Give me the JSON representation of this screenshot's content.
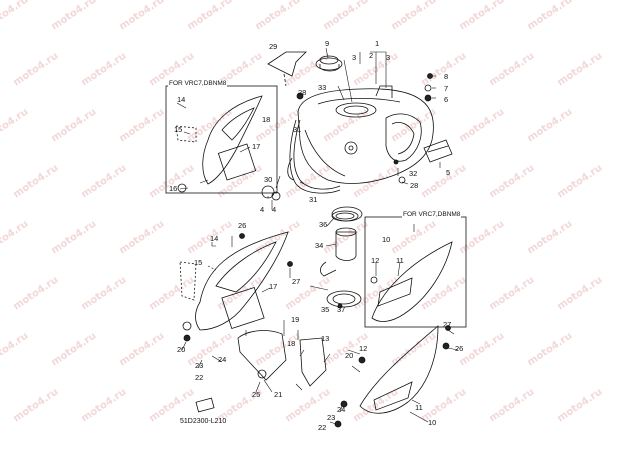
{
  "watermark": "moto4.ru",
  "box_left_title": "FOR VRC7,DBNM8",
  "box_right_title": "FOR VRC7,DBNM8",
  "diagram_code": "51D2300-L210",
  "labels": {
    "n1": "1",
    "n2": "2",
    "n3a": "3",
    "n3b": "3",
    "n4a": "4",
    "n4b": "4",
    "n5": "5",
    "n6": "6",
    "n7": "7",
    "n8": "8",
    "n9": "9",
    "n10a": "10",
    "n10b": "10",
    "n11a": "11",
    "n11b": "11",
    "n12a": "12",
    "n12b": "12",
    "n13": "13",
    "n14a": "14",
    "n14b": "14",
    "n15a": "15",
    "n15b": "15",
    "n16": "16",
    "n17a": "17",
    "n17b": "17",
    "n18": "18",
    "n19": "19",
    "n20a": "20",
    "n20b": "20",
    "n21": "21",
    "n22a": "22",
    "n22b": "22",
    "n23a": "23",
    "n23b": "23",
    "n24a": "24",
    "n24b": "24",
    "n25": "25",
    "n26a": "26",
    "n26b": "26",
    "n27a": "27",
    "n27b": "27",
    "n28a": "28",
    "n28b": "28",
    "n29": "29",
    "n30": "30",
    "n31a": "31",
    "n31b": "31",
    "n32": "32",
    "n33": "33",
    "n34": "34",
    "n35": "35",
    "n36": "36",
    "n37": "37"
  }
}
